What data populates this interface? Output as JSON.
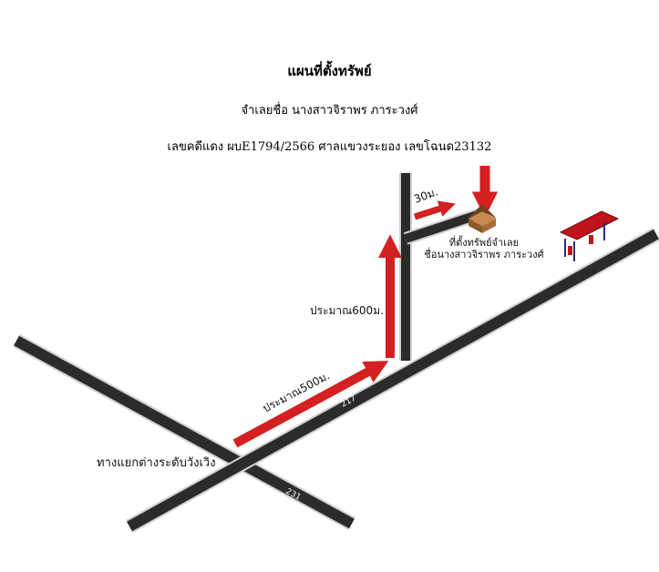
{
  "header": {
    "title": "แผนที่ตั้งทรัพย์",
    "debtor": "จำเลยชื่อ นางสาวจิราพร ภาระวงศ์",
    "case": "เลขคดีแดง ผบE1794/2566 ศาลแขวงระยอง เลขโฉนด23132"
  },
  "map": {
    "junction_label": "ทางแยกต่างระดับวังเวิง",
    "road_217": "217",
    "road_231": "231",
    "dist_first": "ประมาณ500ม.",
    "dist_second": "ประมาณ600ม.",
    "dist_third": "30ม.",
    "property_line1": "ที่ตั้งทรัพย์จำเลย",
    "property_line2": "ชื่อนางสาวจิราพร ภาระวงศ์",
    "colors": {
      "road": "#2b2b2b",
      "road_edge": "#d0d0d0",
      "arrow": "#d42020",
      "house": "#a86e3a",
      "station": "#c0141c"
    },
    "icons": [
      "house-icon",
      "gas-station-icon"
    ]
  }
}
